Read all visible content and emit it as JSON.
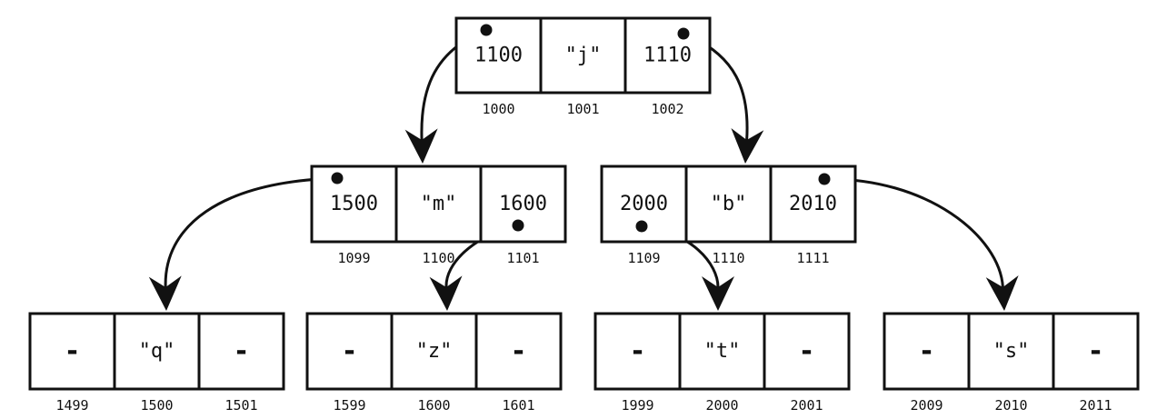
{
  "nodes": [
    {
      "id": "root",
      "cells": [
        "1100",
        "\"j\"",
        "1110"
      ],
      "addresses": [
        "1000",
        "1001",
        "1002"
      ]
    },
    {
      "id": "m-node",
      "cells": [
        "1500",
        "\"m\"",
        "1600"
      ],
      "addresses": [
        "1099",
        "1100",
        "1101"
      ]
    },
    {
      "id": "b-node",
      "cells": [
        "2000",
        "\"b\"",
        "2010"
      ],
      "addresses": [
        "1109",
        "1110",
        "1111"
      ]
    },
    {
      "id": "q-node",
      "cells": [
        "-",
        "\"q\"",
        "-"
      ],
      "addresses": [
        "1499",
        "1500",
        "1501"
      ]
    },
    {
      "id": "z-node",
      "cells": [
        "-",
        "\"z\"",
        "-"
      ],
      "addresses": [
        "1599",
        "1600",
        "1601"
      ]
    },
    {
      "id": "t-node",
      "cells": [
        "-",
        "\"t\"",
        "-"
      ],
      "addresses": [
        "1999",
        "2000",
        "2001"
      ]
    },
    {
      "id": "s-node",
      "cells": [
        "-",
        "\"s\"",
        "-"
      ],
      "addresses": [
        "2009",
        "2010",
        "2011"
      ]
    }
  ],
  "edges": [
    {
      "from": "root",
      "from_cell": 0,
      "to": "m-node"
    },
    {
      "from": "root",
      "from_cell": 2,
      "to": "b-node"
    },
    {
      "from": "m-node",
      "from_cell": 0,
      "to": "q-node"
    },
    {
      "from": "m-node",
      "from_cell": 2,
      "to": "z-node"
    },
    {
      "from": "b-node",
      "from_cell": 0,
      "to": "t-node"
    },
    {
      "from": "b-node",
      "from_cell": 2,
      "to": "s-node"
    }
  ],
  "colors": {
    "stroke": "#111111",
    "background": "#ffffff"
  }
}
